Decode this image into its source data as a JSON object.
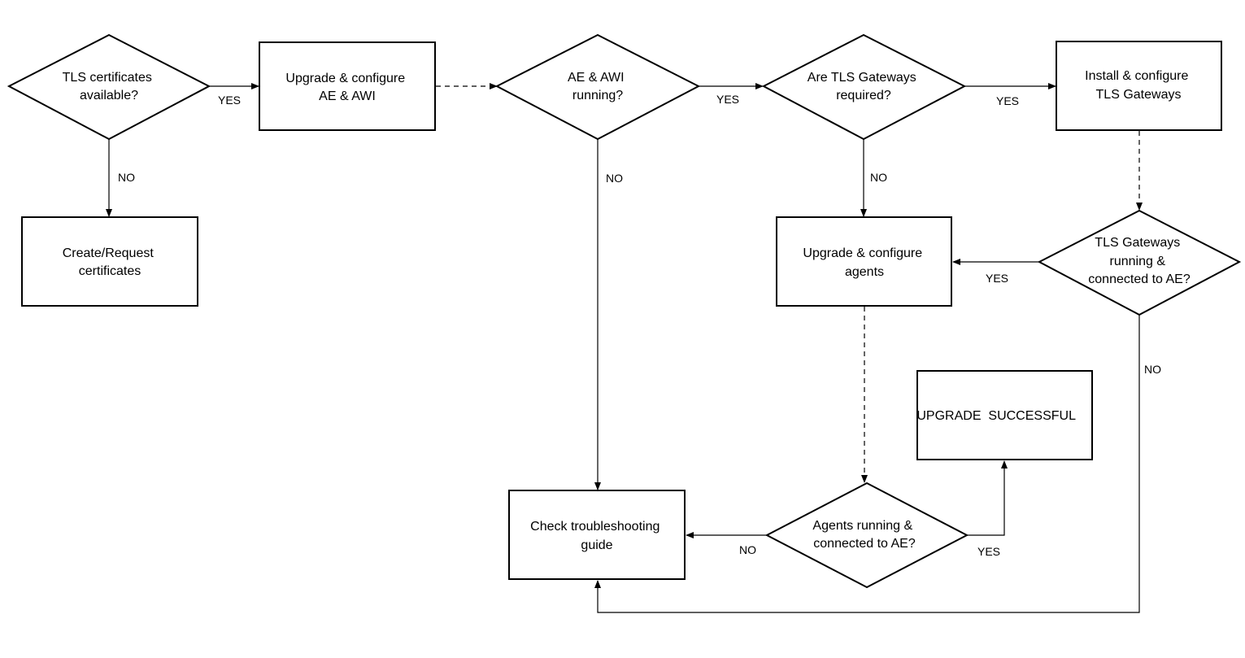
{
  "nodes": {
    "tls_available": {
      "lines": [
        "TLS certificates",
        "available?"
      ]
    },
    "upgrade_ae_awi": {
      "lines": [
        "Upgrade & configure",
        "AE & AWI"
      ]
    },
    "ae_awi_running": {
      "lines": [
        "AE & AWI",
        "running?"
      ]
    },
    "tls_gw_required": {
      "lines": [
        "Are TLS Gateways",
        "required?"
      ]
    },
    "install_tls_gw": {
      "lines": [
        "Install & configure",
        "TLS Gateways"
      ]
    },
    "create_certs": {
      "lines": [
        "Create/Request",
        "certificates"
      ]
    },
    "upgrade_agents": {
      "lines": [
        "Upgrade & configure",
        "agents"
      ]
    },
    "tls_gw_running": {
      "lines": [
        "TLS Gateways",
        "running &",
        "connected to AE?"
      ]
    },
    "upgrade_success": {
      "lines": [
        "UPGRADE  SUCCESSFUL"
      ]
    },
    "troubleshooting": {
      "lines": [
        "Check troubleshooting",
        "guide"
      ]
    },
    "agents_running": {
      "lines": [
        "Agents running &",
        "connected to AE?"
      ]
    }
  },
  "edge_labels": {
    "yes_1": "YES",
    "no_1": "NO",
    "yes_2": "YES",
    "no_2": "NO",
    "yes_3": "YES",
    "no_3": "NO",
    "yes_4": "YES",
    "no_4": "NO",
    "no_5": "NO",
    "yes_5": "YES"
  }
}
